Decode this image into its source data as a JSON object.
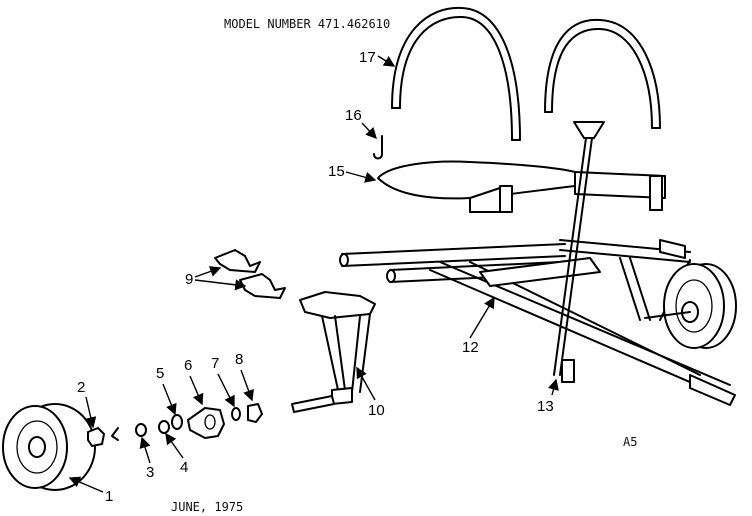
{
  "header": {
    "model_number": "MODEL NUMBER 471.462610"
  },
  "footer": {
    "date": "JUNE, 1975",
    "page_code": "A5"
  },
  "callouts": [
    {
      "id": "1",
      "label": "1"
    },
    {
      "id": "2",
      "label": "2"
    },
    {
      "id": "3",
      "label": "3"
    },
    {
      "id": "4",
      "label": "4"
    },
    {
      "id": "5",
      "label": "5"
    },
    {
      "id": "6",
      "label": "6"
    },
    {
      "id": "7",
      "label": "7"
    },
    {
      "id": "8",
      "label": "8"
    },
    {
      "id": "9",
      "label": "9"
    },
    {
      "id": "10",
      "label": "10"
    },
    {
      "id": "12",
      "label": "12"
    },
    {
      "id": "13",
      "label": "13"
    },
    {
      "id": "15",
      "label": "15"
    },
    {
      "id": "16",
      "label": "16"
    },
    {
      "id": "17",
      "label": "17"
    }
  ]
}
